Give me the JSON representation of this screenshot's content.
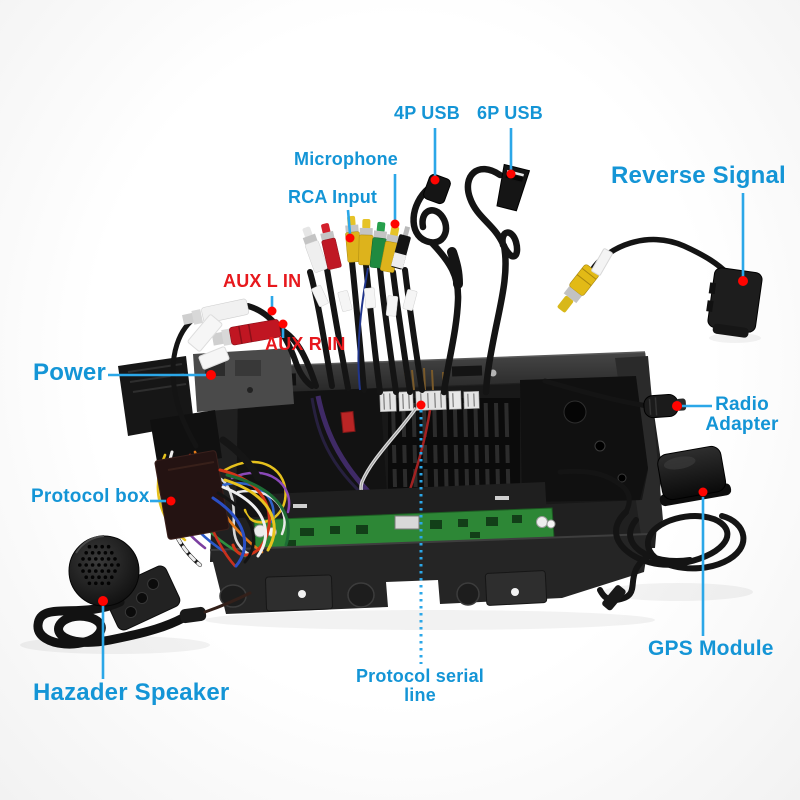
{
  "colors": {
    "background": "#fafafa",
    "label_blue": "#1495d6",
    "label_red": "#e7181d",
    "leader_line": "#2ba7e8",
    "marker_dot": "#ff0400",
    "pcb_green": "#2d8736"
  },
  "annotations": {
    "four_p_usb": {
      "label": "4P USB",
      "color": "blue",
      "leader": "solid"
    },
    "six_p_usb": {
      "label": "6P USB",
      "color": "blue",
      "leader": "solid"
    },
    "microphone": {
      "label": "Microphone",
      "color": "blue",
      "leader": "solid"
    },
    "rca_input": {
      "label": "RCA Input",
      "color": "blue",
      "leader": "solid"
    },
    "aux_l_in": {
      "label": "AUX L IN",
      "color": "red",
      "leader": "solid"
    },
    "aux_r_in": {
      "label": "AUX R IN",
      "color": "red",
      "leader": "solid"
    },
    "power": {
      "label": "Power",
      "color": "blue",
      "leader": "solid"
    },
    "reverse_signal": {
      "label": "Reverse Signal",
      "color": "blue",
      "leader": "solid"
    },
    "radio_adapter": {
      "label": "Radio Adapter",
      "color": "blue",
      "leader": "solid"
    },
    "protocol_box": {
      "label": "Protocol box",
      "color": "blue",
      "leader": "solid"
    },
    "gps_module": {
      "label": "GPS Module",
      "color": "blue",
      "leader": "solid"
    },
    "hazader_speaker": {
      "label": "Hazader Speaker",
      "color": "blue",
      "leader": "solid"
    },
    "protocol_serial_line": {
      "label": "Protocol serial line",
      "color": "blue",
      "leader": "dotted"
    }
  }
}
